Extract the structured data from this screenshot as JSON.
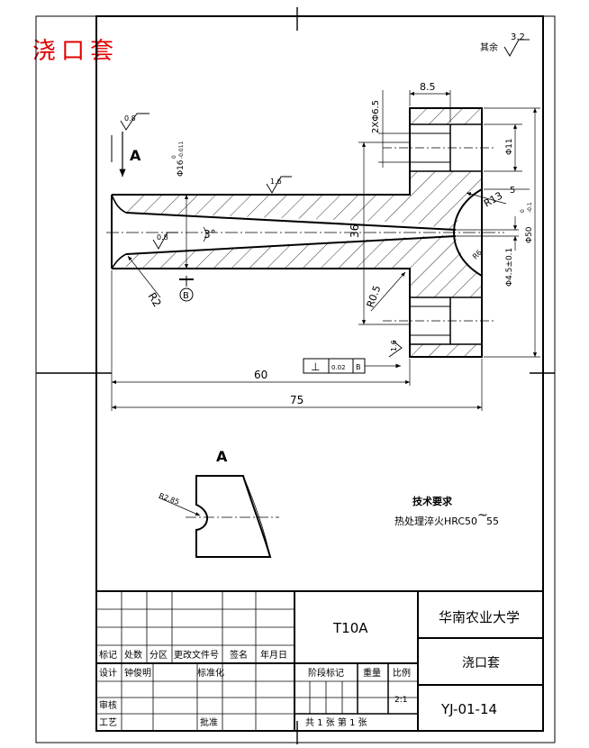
{
  "page_title": "浇口套",
  "roughness_rest": {
    "label": "其余",
    "value": "3.2"
  },
  "view_labels": {
    "section": "A",
    "detail": "A",
    "datum": "B"
  },
  "dimensions": {
    "holes": "2XΦ6.5",
    "d85": "8.5",
    "d11": "Φ11",
    "d5": "5",
    "d50": "Φ50",
    "d50_tol_upper": "0",
    "d50_tol_lower": "-0.1",
    "r13": "R13",
    "d16": "Φ16",
    "d16_tol_upper": "0",
    "d16_tol_lower": "-0.011",
    "ang3": "3°",
    "d36": "36",
    "r2": "R2",
    "r05": "R0.5",
    "d45": "Φ4.5±0.1",
    "r6": "R6",
    "d60": "60",
    "d75": "75",
    "r285": "R2.85"
  },
  "roughness_marks": {
    "a": "0.8",
    "b": "1.6",
    "c": "0.8",
    "d": "1.6"
  },
  "tolerance_frame": {
    "symbol": "⊥",
    "value": "0.02",
    "datum": "B"
  },
  "tech_req": {
    "title": "技术要求",
    "line": "热处理淬火HRC50",
    "tilde": "~",
    "end": "55"
  },
  "title_block": {
    "material": "T10A",
    "university": "华南农业大学",
    "part_name": "浇口套",
    "drawing_no": "YJ-01-14",
    "scale": "2:1",
    "sheets": "共 1 张  第 1 张",
    "headers": [
      "标记",
      "处数",
      "分区",
      "更改文件号",
      "签名",
      "年月日"
    ],
    "designer_label": "设计",
    "designer_name": "钟俊明",
    "standard_label": "标准化",
    "review_label": "审核",
    "process_label": "工艺",
    "approve_label": "批准",
    "stage_label": "阶段标记",
    "weight_label": "重量",
    "ratio_label": "比例"
  }
}
